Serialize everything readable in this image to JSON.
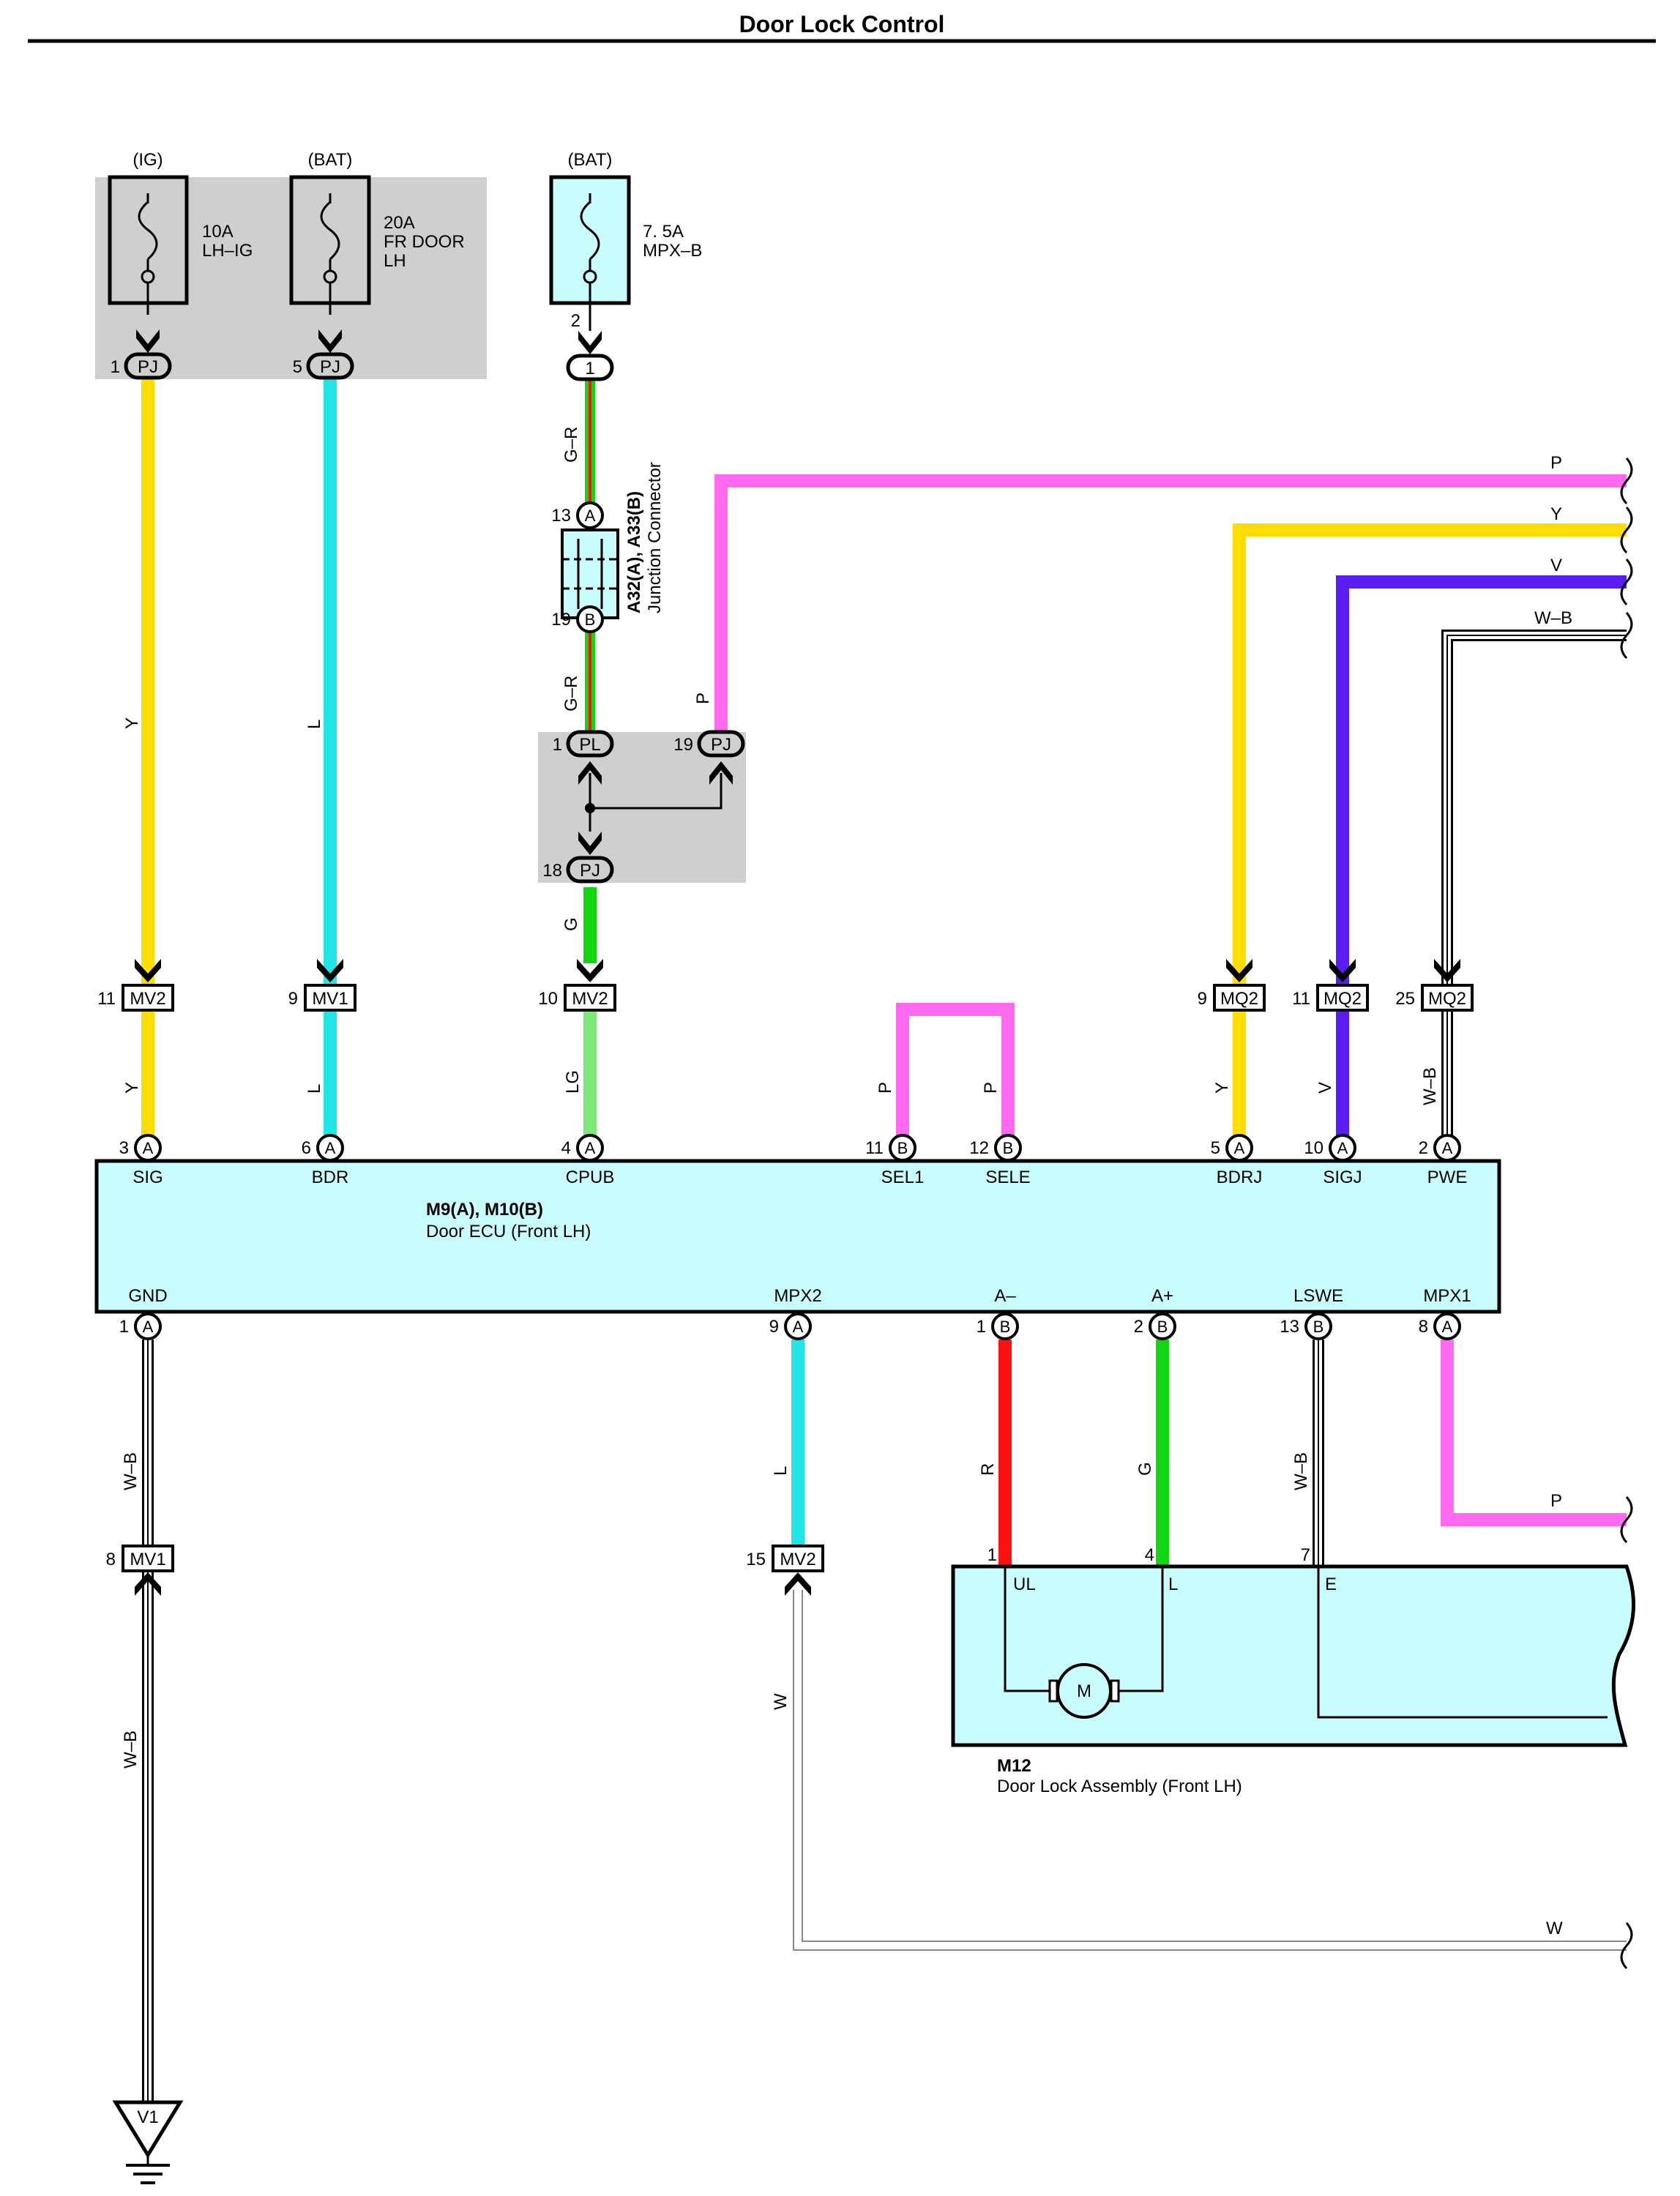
{
  "title": "Door Lock Control",
  "colors": {
    "Y": "#ffdd00",
    "L": "#22e5e8",
    "P": "#ff6af0",
    "V": "#5a1ef2",
    "G": "#11d611",
    "LG": "#7fe87a",
    "R": "#ff1111",
    "white_wire": "#ffffff",
    "relay_block_fill": "#cfcfcf",
    "component_fill": "#c9fdfd"
  },
  "fuses": [
    {
      "source": "(IG)",
      "rating": "10A",
      "name": "LH–IG",
      "name2": ""
    },
    {
      "source": "(BAT)",
      "rating": "20A",
      "name": "FR DOOR",
      "name2": "LH"
    },
    {
      "source": "(BAT)",
      "rating": "7. 5A",
      "name": "MPX–B",
      "name2": ""
    }
  ],
  "connectors": {
    "pj1": {
      "pin": "1",
      "code": "PJ"
    },
    "pj5": {
      "pin": "5",
      "code": "PJ"
    },
    "fuse3_pin": "2",
    "oval1": {
      "code": "1"
    },
    "jc13": {
      "pin": "13",
      "code": "A"
    },
    "jc19": {
      "pin": "19",
      "code": "B"
    },
    "pl1": {
      "pin": "1",
      "code": "PL"
    },
    "pj19": {
      "pin": "19",
      "code": "PJ"
    },
    "pj18": {
      "pin": "18",
      "code": "PJ"
    },
    "mv2_11": {
      "pin": "11",
      "code": "MV2"
    },
    "mv1_9": {
      "pin": "9",
      "code": "MV1"
    },
    "mv2_10": {
      "pin": "10",
      "code": "MV2"
    },
    "mq2_9": {
      "pin": "9",
      "code": "MQ2"
    },
    "mq2_11": {
      "pin": "11",
      "code": "MQ2"
    },
    "mq2_25": {
      "pin": "25",
      "code": "MQ2"
    },
    "mv1_8": {
      "pin": "8",
      "code": "MV1"
    },
    "mv2_15": {
      "pin": "15",
      "code": "MV2"
    }
  },
  "junction_connector": {
    "line1": "A32(A), A33(B)",
    "line2": "Junction Connector"
  },
  "ecu": {
    "title": "M9(A), M10(B)",
    "subtitle": "Door ECU (Front LH)",
    "top_pins": [
      {
        "pin": "3",
        "code": "A",
        "name": "SIG"
      },
      {
        "pin": "6",
        "code": "A",
        "name": "BDR"
      },
      {
        "pin": "4",
        "code": "A",
        "name": "CPUB"
      },
      {
        "pin": "11",
        "code": "B",
        "name": "SEL1"
      },
      {
        "pin": "12",
        "code": "B",
        "name": "SELE"
      },
      {
        "pin": "5",
        "code": "A",
        "name": "BDRJ"
      },
      {
        "pin": "10",
        "code": "A",
        "name": "SIGJ"
      },
      {
        "pin": "2",
        "code": "A",
        "name": "PWE"
      }
    ],
    "bottom_pins": [
      {
        "pin": "1",
        "code": "A",
        "name": "GND"
      },
      {
        "pin": "9",
        "code": "A",
        "name": "MPX2"
      },
      {
        "pin": "1",
        "code": "B",
        "name": "A–"
      },
      {
        "pin": "2",
        "code": "B",
        "name": "A+"
      },
      {
        "pin": "13",
        "code": "B",
        "name": "LSWE"
      },
      {
        "pin": "8",
        "code": "A",
        "name": "MPX1"
      }
    ]
  },
  "door_lock": {
    "title": "M12",
    "subtitle": "Door Lock Assembly (Front LH)",
    "pins": [
      {
        "pin": "1",
        "name": "UL"
      },
      {
        "pin": "4",
        "name": "L"
      },
      {
        "pin": "7",
        "name": "E"
      }
    ],
    "motor": "M"
  },
  "ground": {
    "code": "V1"
  },
  "wire_labels": {
    "y_upper": "Y",
    "l_upper": "L",
    "gr_upper": "G–R",
    "gr_lower": "G–R",
    "p_vertical": "P",
    "g_lower": "G",
    "y_lower": "Y",
    "l_lower": "L",
    "lg_lower": "LG",
    "sel1": "P",
    "sele": "P",
    "bdrj": "Y",
    "sigj": "V",
    "pwe": "W–B",
    "gnd_upper": "W–B",
    "gnd_lower": "W–B",
    "mpx2": "L",
    "mpx2_lower": "W",
    "aminus": "R",
    "aplus": "G",
    "lswe": "W–B"
  },
  "right_labels": {
    "p_top": "P",
    "y": "Y",
    "v": "V",
    "wb": "W–B",
    "p_bottom": "P",
    "w": "W"
  }
}
